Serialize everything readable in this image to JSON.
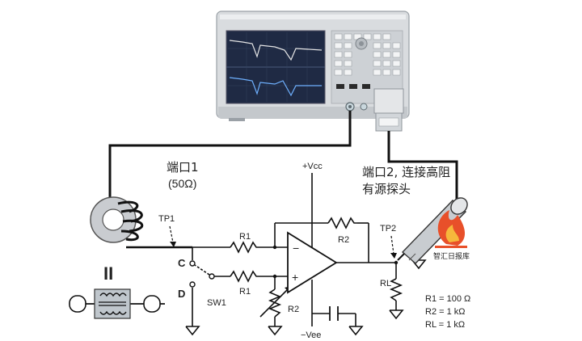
{
  "labels": {
    "port1_line1": "端口1",
    "port1_line2": "(50Ω)",
    "port2_line1": "端口2, 连接高阻",
    "port2_line2": "有源探头",
    "vcc": "+Vcc",
    "vee": "−Vee",
    "tp1": "TP1",
    "tp2": "TP2",
    "r1_top": "R1",
    "r1_bottom": "R1",
    "r2_top": "R2",
    "r2_bottom": "R2",
    "rl": "RL",
    "switch_c": "C",
    "switch_d": "D",
    "sw1": "SW1",
    "opamp_minus": "−",
    "opamp_plus": "+",
    "equals": "II",
    "watermark": "智汇日报库"
  },
  "specs": {
    "r1": "R1 = 100 Ω",
    "r2": "R2 = 1 kΩ",
    "rl": "RL = 1 kΩ"
  },
  "colors": {
    "wire": "#111111",
    "instrument_body": "#d9dcdf",
    "screen_bg": "#1f2a44",
    "screen_trace_1": "#e6e6e6",
    "screen_trace_2": "#6fb1ff",
    "toroid": "#c9ccd0",
    "probe_body": "#c8ccd0",
    "connector_fill": "#c9d7dd",
    "logo_flame": "#e8502a"
  },
  "icons": {
    "instrument": "network-analyzer-icon",
    "transformer": "coax-transformer-icon",
    "probe": "active-probe-icon",
    "watermark_logo": "flame-logo-icon"
  }
}
